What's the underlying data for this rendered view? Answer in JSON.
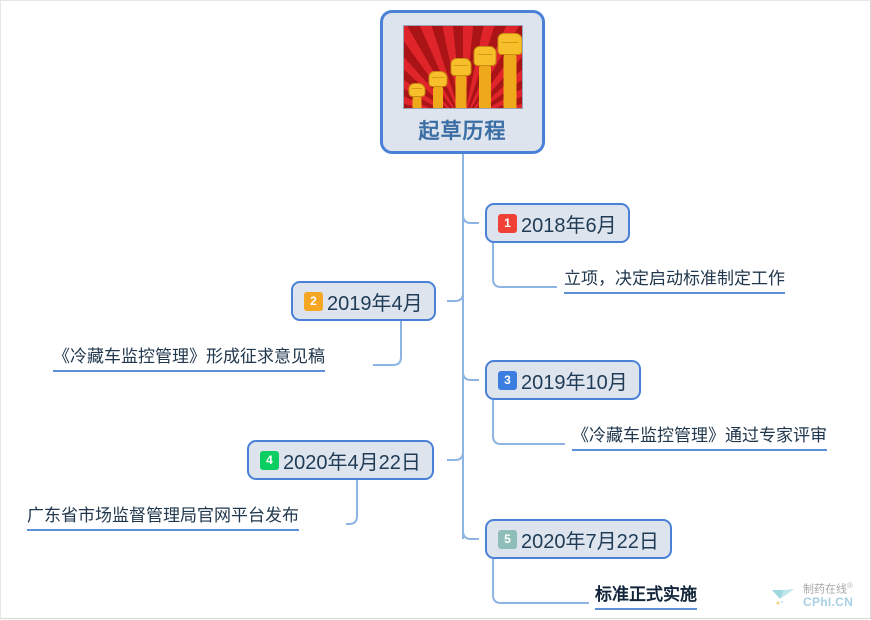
{
  "diagram": {
    "type": "mindmap-timeline",
    "root": {
      "label": "起草历程",
      "image_alt": "raised-fists-illustration",
      "border_color": "#4a80d6",
      "fill_color": "#dde4ee",
      "label_color": "#3a6ea5"
    },
    "nodes": [
      {
        "index": "1",
        "label": "2018年6月",
        "badge_color": "#ef4136",
        "detail": "立项，决定启动标准制定工作",
        "detail_bold": false,
        "side": "right"
      },
      {
        "index": "2",
        "label": "2019年4月",
        "badge_color": "#f5a623",
        "detail": "《冷藏车监控管理》形成征求意见稿",
        "detail_bold": false,
        "side": "left"
      },
      {
        "index": "3",
        "label": "2019年10月",
        "badge_color": "#3b7ee0",
        "detail": "《冷藏车监控管理》通过专家评审",
        "detail_bold": false,
        "side": "right"
      },
      {
        "index": "4",
        "label": "2020年4月22日",
        "badge_color": "#0ace62",
        "detail": "广东省市场监督管理局官网平台发布",
        "detail_bold": false,
        "side": "left"
      },
      {
        "index": "5",
        "label": "2020年7月22日",
        "badge_color": "#8fbdb7",
        "detail": "标准正式实施",
        "detail_bold": true,
        "side": "right"
      }
    ],
    "connector_color": "#8eb4e3",
    "underline_color": "#5b8fd6"
  },
  "watermark": {
    "line1": "制药在线",
    "registered": "®",
    "line2": "CPhI.CN",
    "logo": "capsule-check-logo"
  }
}
